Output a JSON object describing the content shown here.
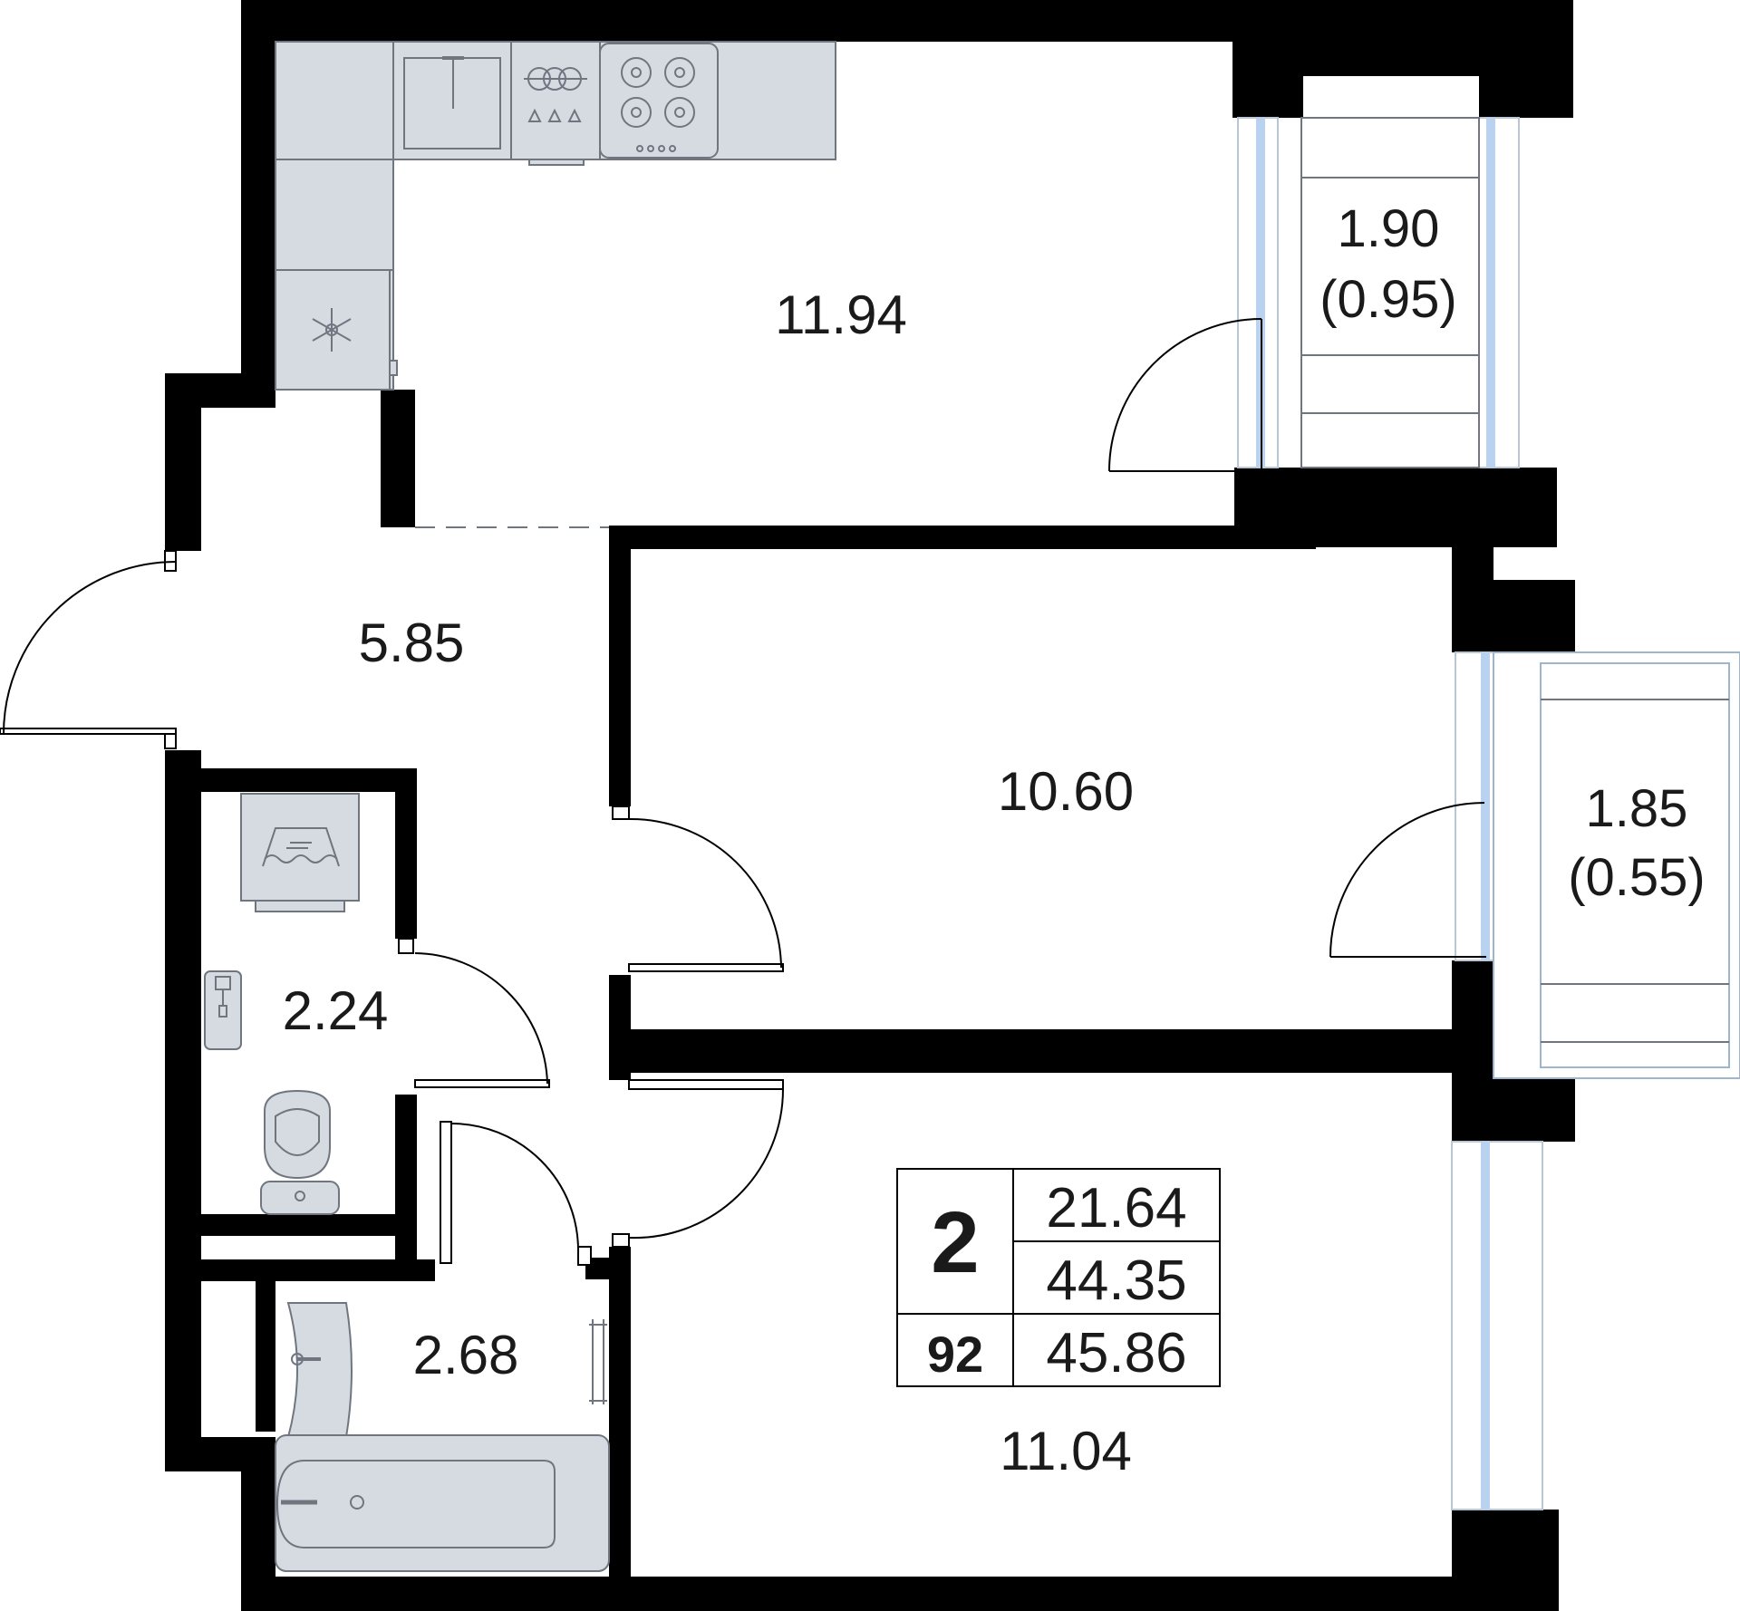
{
  "rooms": {
    "kitchen": {
      "area": "11.94"
    },
    "hall": {
      "area": "5.85"
    },
    "bedroom": {
      "area": "10.60"
    },
    "living": {
      "area": "11.04"
    },
    "toilet": {
      "area": "2.24"
    },
    "bathroom": {
      "area": "2.68"
    }
  },
  "balconies": {
    "top": {
      "area": "1.90",
      "reduced": "(0.95)"
    },
    "right": {
      "area": "1.85",
      "reduced": "(0.55)"
    }
  },
  "summary": {
    "rooms_count": "2",
    "apartment_number": "92",
    "living_area": "21.64",
    "total_area": "44.35",
    "total_with_balcony": "45.86"
  },
  "colors": {
    "wall": "#000000",
    "fixture_fill": "#d6dbe2",
    "fixture_stroke": "#707680",
    "glass": "#b9d2f0",
    "background": "#ffffff"
  }
}
